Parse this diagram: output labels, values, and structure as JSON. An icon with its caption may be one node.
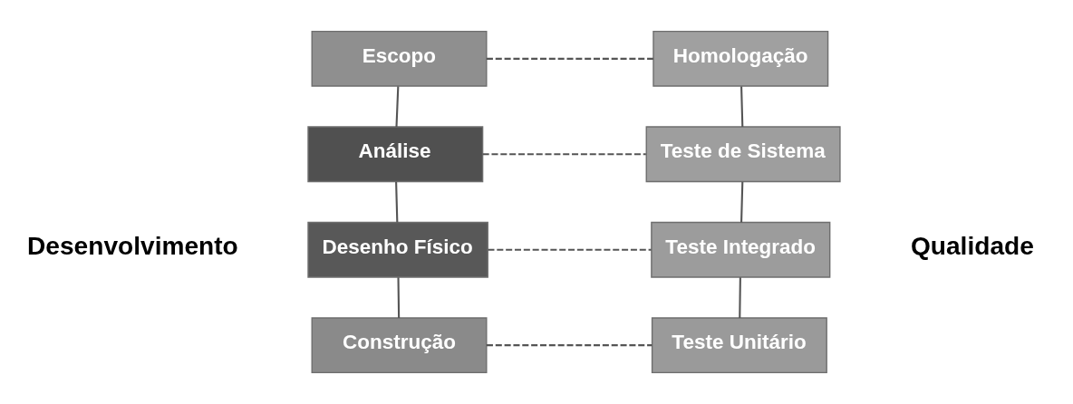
{
  "diagram": {
    "nodes": [
      {
        "text": [
          "Escopo"
        ]
      },
      {
        "text": [
          "Análise"
        ]
      },
      {
        "text": [
          "Desenho Físico"
        ]
      },
      {
        "text": [
          "Construção"
        ]
      },
      {
        "text": [
          "Teste Unitário"
        ]
      },
      {
        "text": [
          "Teste Integrado"
        ]
      },
      {
        "text": [
          "Teste de Sistema"
        ]
      },
      {
        "text": [
          "Homologação"
        ]
      }
    ],
    "edges": [
      {
        "from": 0,
        "to": 1,
        "arrow": "none"
      },
      {
        "from": 1,
        "to": 2,
        "arrow": "none"
      },
      {
        "from": 2,
        "to": 3,
        "arrow": "none"
      },
      {
        "from": 4,
        "to": 5,
        "arrow": "none"
      },
      {
        "from": 5,
        "to": 6,
        "arrow": "none"
      },
      {
        "from": 6,
        "to": 7,
        "arrow": "none"
      },
      {
        "from": 0,
        "to": 7,
        "arrow": "none",
        "style": "dashed"
      },
      {
        "from": 1,
        "to": 6,
        "arrow": "none",
        "style": "dashed"
      },
      {
        "from": 2,
        "to": 5,
        "arrow": "none",
        "style": "dashed"
      },
      {
        "from": 3,
        "to": 4,
        "arrow": "none",
        "style": "dashed"
      }
    ],
    "labels": [
      "Desenvolvimento",
      "Qualidade"
    ]
  }
}
